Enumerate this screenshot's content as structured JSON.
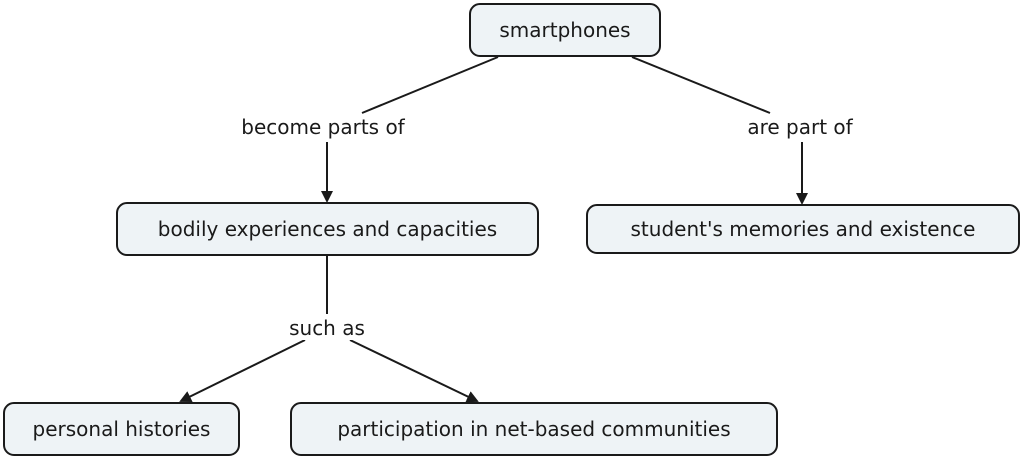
{
  "concept_map": {
    "nodes": {
      "smartphones": "smartphones",
      "bodily": "bodily experiences and capacities",
      "student": "student's memories and existence",
      "personal": "personal histories",
      "participation": "participation in net-based communities"
    },
    "links": {
      "become_parts_of": "become parts of",
      "are_part_of": "are part of",
      "such_as": "such as"
    }
  }
}
